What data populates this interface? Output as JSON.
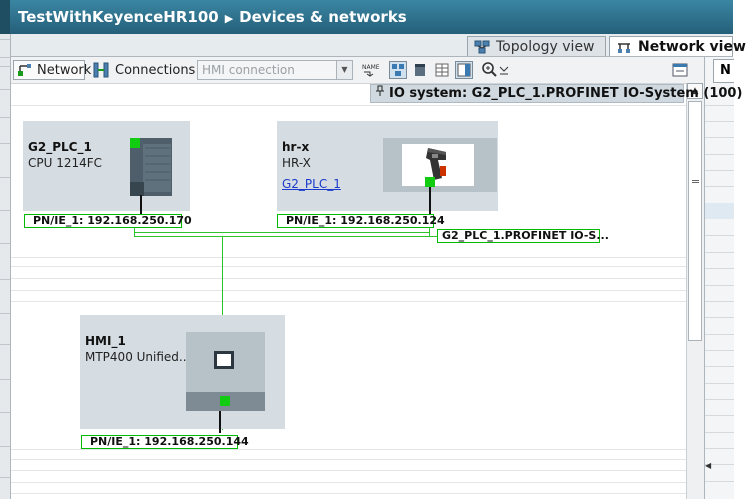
{
  "title": {
    "project": "TestWithKeyenceHR100",
    "separator": "▶",
    "section": "Devices & networks"
  },
  "view_tabs": {
    "topology": "Topology view",
    "network": "Network view"
  },
  "toolbar": {
    "network_label": "Network",
    "connections_label": "Connections",
    "connection_type": "HMI connection"
  },
  "right_panel": {
    "tab_letter": "N"
  },
  "io_system": {
    "label": "IO system: G2_PLC_1.PROFINET IO-System (100)"
  },
  "devices": {
    "plc": {
      "name": "G2_PLC_1",
      "type": "CPU 1214FC",
      "address": "PN/IE_1:  192.168.250.170"
    },
    "hrx": {
      "name": "hr-x",
      "type": "HR-X",
      "controller": "G2_PLC_1",
      "address": "PN/IE_1:  192.168.250.124"
    },
    "hmi": {
      "name": "HMI_1",
      "type": "MTP400 Unified...",
      "address": "PN/IE_1:  192.168.250.144"
    }
  },
  "network": {
    "label": "G2_PLC_1.PROFINET  IO-S..."
  },
  "colors": {
    "accent": "#2a6f8a",
    "network_green": "#2ec42e",
    "port_green": "#11cc11",
    "device_bg": "#d6dde2"
  }
}
